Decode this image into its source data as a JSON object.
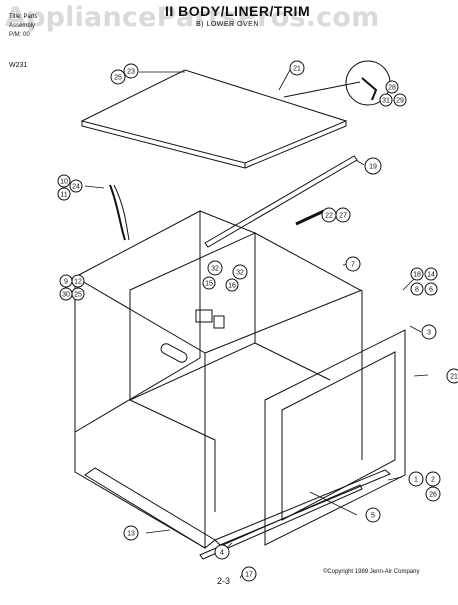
{
  "header": {
    "line1": "Title: Parts",
    "line2": "Assembly",
    "line3": "P/M: 00",
    "model": "W231"
  },
  "title": "II BODY/LINER/TRIM",
  "subtitle": "B) LOWER OVEN",
  "page_number": "2-3",
  "copyright": "©Copyright 1989 Jenn-Air Company",
  "watermark": "AppliancePartsPros.com",
  "callouts": [
    "23",
    "25",
    "21",
    "28",
    "31",
    "29",
    "19",
    "10",
    "24",
    "11",
    "22",
    "27",
    "7",
    "32",
    "32",
    "15",
    "16",
    "9",
    "12",
    "30",
    "25",
    "18",
    "14",
    "8",
    "6",
    "3",
    "21",
    "1",
    "2",
    "26",
    "5",
    "13",
    "4",
    "17"
  ]
}
